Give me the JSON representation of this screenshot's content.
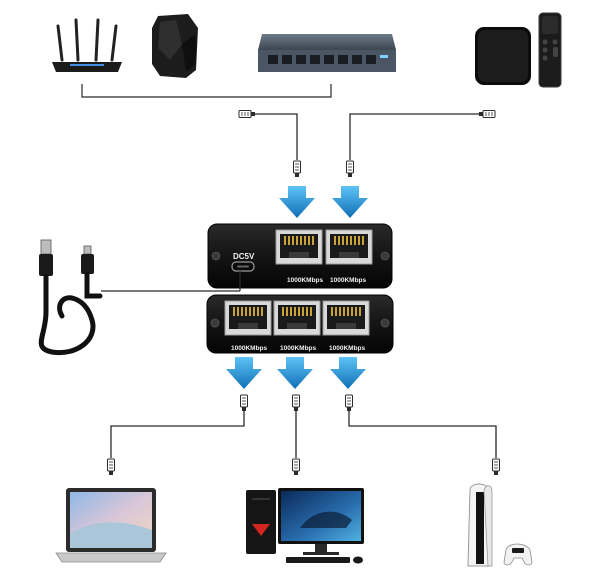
{
  "splitter": {
    "power_label": "DC5V",
    "top_port_labels": [
      "1000KMbps",
      "1000KMbps"
    ],
    "bottom_port_labels": [
      "1000KMbps",
      "1000KMbps",
      "1000KMbps"
    ]
  },
  "colors": {
    "arrow": "#1e8fd6",
    "wire": "#2b2b2b",
    "splitter_body": "#141414"
  },
  "icons": {
    "sources": [
      "router-icon",
      "smart-speaker-icon",
      "network-switch-icon",
      "streaming-box-icon",
      "remote-control-icon"
    ],
    "targets": [
      "laptop-icon",
      "desktop-pc-icon",
      "monitor-icon",
      "game-console-icon",
      "gamepad-icon"
    ],
    "power": "usb-cable-icon"
  }
}
